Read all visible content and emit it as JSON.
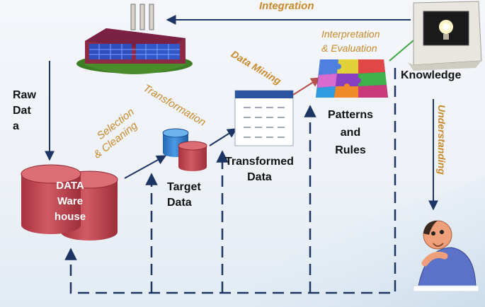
{
  "flow": {
    "integration": "Integration",
    "raw_data": [
      "Raw",
      "Dat",
      "a"
    ],
    "warehouse": [
      "DATA",
      "Ware",
      "house"
    ],
    "selection": [
      "Selection",
      "& Cleaning"
    ],
    "target": [
      "Target",
      "Data"
    ],
    "transformation": "Transformation",
    "transformed": [
      "Transformed",
      "Data"
    ],
    "data_mining": "Data Mining",
    "patterns": [
      "Patterns",
      "and",
      "Rules"
    ],
    "interpretation": [
      "Interpretation",
      "& Evaluation"
    ],
    "knowledge": "Knowledge",
    "understanding": "Understanding"
  },
  "colors": {
    "cylinder_red": "#c84a55",
    "cylinder_blue": "#2f7fd0",
    "arrow_dark": "#1c3563",
    "label_orange": "#c98a2b"
  },
  "icons": [
    "factory-icon",
    "data-warehouse-icon",
    "target-data-icon",
    "transformed-data-icon",
    "puzzle-icon",
    "monitor-lightbulb-icon",
    "thinking-person-icon"
  ]
}
